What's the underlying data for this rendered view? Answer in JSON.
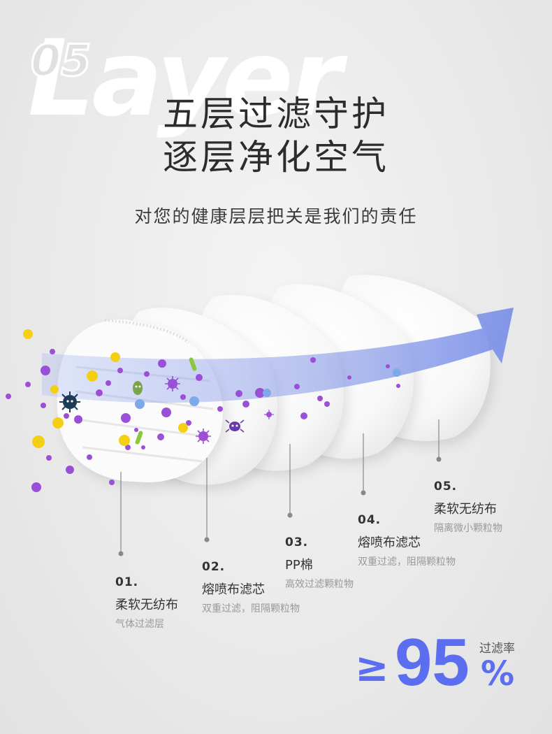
{
  "background": {
    "number": "05",
    "word": "Layer"
  },
  "headline": {
    "line1": "五层过滤守护",
    "line2": "逐层净化空气"
  },
  "subtitle": "对您的健康层层把关是我们的责任",
  "layers": [
    {
      "num": "01.",
      "name": "柔软无纺布",
      "desc": "气体过滤层"
    },
    {
      "num": "02.",
      "name": "熔喷布滤芯",
      "desc": "双重过滤，阻隔颗粒物"
    },
    {
      "num": "03.",
      "name": "PP棉",
      "desc": "高效过滤颗粒物"
    },
    {
      "num": "04.",
      "name": "熔喷布滤芯",
      "desc": "双重过滤，阻隔颗粒物"
    },
    {
      "num": "05.",
      "name": "柔软无纺布",
      "desc": "隔离微小颗粒物"
    }
  ],
  "rate": {
    "label": "过滤率",
    "prefix": "≥",
    "value": "95",
    "unit": "%"
  },
  "colors": {
    "accent": "#5b6ef0",
    "particle_purple": "#9b4fd6",
    "particle_yellow": "#f5cf14",
    "airflow": "#7e92e6"
  }
}
